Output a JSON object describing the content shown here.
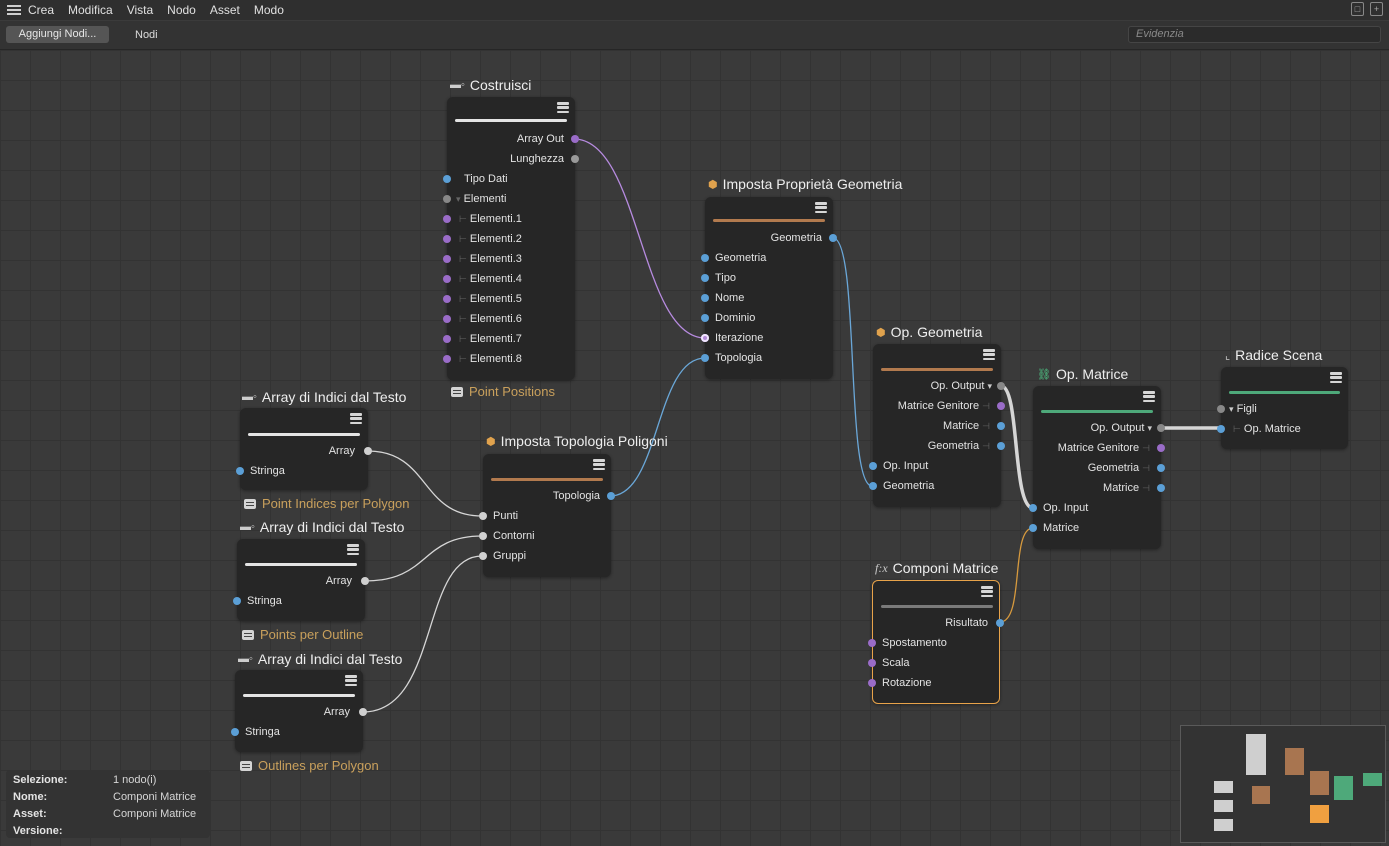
{
  "menu": {
    "items": [
      "Crea",
      "Modifica",
      "Vista",
      "Nodo",
      "Asset",
      "Modo"
    ]
  },
  "toolbar": {
    "add_label": "Aggiungi Nodi...",
    "nodes_label": "Nodi",
    "search_placeholder": "Evidenzia"
  },
  "nodes": {
    "costruisci": {
      "title": "Costruisci",
      "ports": [
        "Array Out",
        "Lunghezza",
        "Tipo Dati",
        "Elementi",
        "Elementi.1",
        "Elementi.2",
        "Elementi.3",
        "Elementi.4",
        "Elementi.5",
        "Elementi.6",
        "Elementi.7",
        "Elementi.8"
      ],
      "comment": "Point Positions"
    },
    "array1": {
      "title": "Array di Indici dal Testo",
      "out": "Array",
      "in": "Stringa",
      "comment": "Point Indices per Polygon"
    },
    "array2": {
      "title": "Array di Indici dal Testo",
      "out": "Array",
      "in": "Stringa",
      "comment": "Points per Outline"
    },
    "array3": {
      "title": "Array di Indici dal Testo",
      "out": "Array",
      "in": "Stringa",
      "comment": "Outlines per Polygon"
    },
    "topologia": {
      "title": "Imposta Topologia Poligoni",
      "out": "Topologia",
      "ins": [
        "Punti",
        "Contorni",
        "Gruppi"
      ]
    },
    "geomprop": {
      "title": "Imposta Proprietà Geometria",
      "out": "Geometria",
      "ins": [
        "Geometria",
        "Tipo",
        "Nome",
        "Dominio",
        "Iterazione",
        "Topologia"
      ]
    },
    "opgeom": {
      "title": "Op. Geometria",
      "outs": [
        "Op. Output",
        "Matrice Genitore",
        "Matrice",
        "Geometria"
      ],
      "ins": [
        "Op. Input",
        "Geometria"
      ]
    },
    "opmatrice": {
      "title": "Op. Matrice",
      "outs": [
        "Op. Output",
        "Matrice Genitore",
        "Geometria",
        "Matrice"
      ],
      "ins": [
        "Op. Input",
        "Matrice"
      ]
    },
    "radice": {
      "title": "Radice Scena",
      "ports": [
        "Figli",
        "Op. Matrice"
      ]
    },
    "componi": {
      "title": "Componi Matrice",
      "out": "Risultato",
      "ins": [
        "Spostamento",
        "Scala",
        "Rotazione"
      ]
    }
  },
  "info": {
    "selection_k": "Selezione:",
    "selection_v": "1 nodo(i)",
    "name_k": "Nome:",
    "name_v": "Componi Matrice",
    "asset_k": "Asset:",
    "asset_v": "Componi Matrice",
    "version_k": "Versione:",
    "version_v": ""
  },
  "colors": {
    "wire_purple": "#b78be0",
    "wire_blue": "#6aa7d8",
    "wire_white": "#d6d6d6",
    "wire_orange": "#d79a3e",
    "accent_orange": "#e8a34a",
    "bar_brown": "#b27a4e",
    "bar_green": "#4ea97a"
  }
}
